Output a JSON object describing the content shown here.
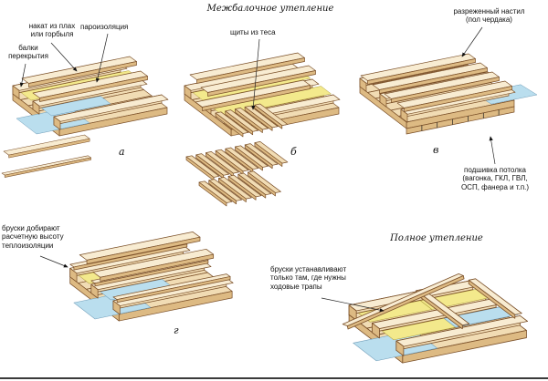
{
  "titles": {
    "main": "Межбалочное утепление",
    "full": "Полное утепление"
  },
  "labels": {
    "nakat": "накат из плах\nили горбыля",
    "vapor_barrier": "пароизоляция",
    "beams": "балки\nперекрытия",
    "shields": "щиты из теса",
    "sparse_decking": "разреженный настил\n(пол чердака)",
    "ceiling_lining": "подшивка потолка\n(вагонка, ГКЛ, ГВЛ,\nОСП, фанера и т.п.)",
    "bruski_height": "бруски добирают\nрасчетную высоту\nтеплоизоляции",
    "bruski_walkways": "бруски устанавливают\nтолько там, где нужны\nходовые трапы"
  },
  "letters": {
    "a": "а",
    "b": "б",
    "v": "в",
    "g": "г"
  },
  "colors": {
    "wood": "#f1dcb4",
    "wood_light": "#f8ecd2",
    "wood_dark": "#ddba83",
    "yellow": "#f3e98c",
    "blue": "#badeee",
    "outline": "#7a4f28"
  }
}
